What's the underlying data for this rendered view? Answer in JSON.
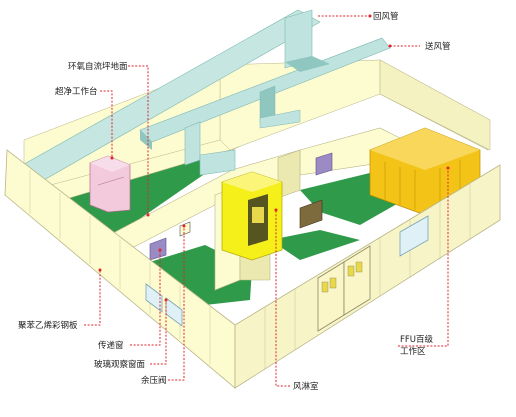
{
  "labels": {
    "return_duct": "回风管",
    "supply_duct": "送风管",
    "epoxy_floor": "环氧自流坪地面",
    "clean_bench": "超净工作台",
    "eps_panel": "聚苯乙烯彩钢板",
    "pass_box": "传递窗",
    "glass_window": "玻璃观察窗面",
    "relief_valve": "余压阀",
    "air_shower": "风淋室",
    "ffu_area": "FFU百级工作区",
    "ffu_area_line1": "FFU百级",
    "ffu_area_line2": "工作区"
  },
  "colors": {
    "wall": "#fdfbd0",
    "wall_side": "#ece9b0",
    "wall_line": "#b9b586",
    "floor": "#2f9a4a",
    "duct": "#bfe4e0",
    "duct_dark": "#8fc6c0",
    "ffu": "#f4c318",
    "air_shower": "#f5ef1a",
    "clean_bench": "#f3c9dc",
    "pass_box": "#9a8bc4",
    "leader": "#e0262a"
  }
}
